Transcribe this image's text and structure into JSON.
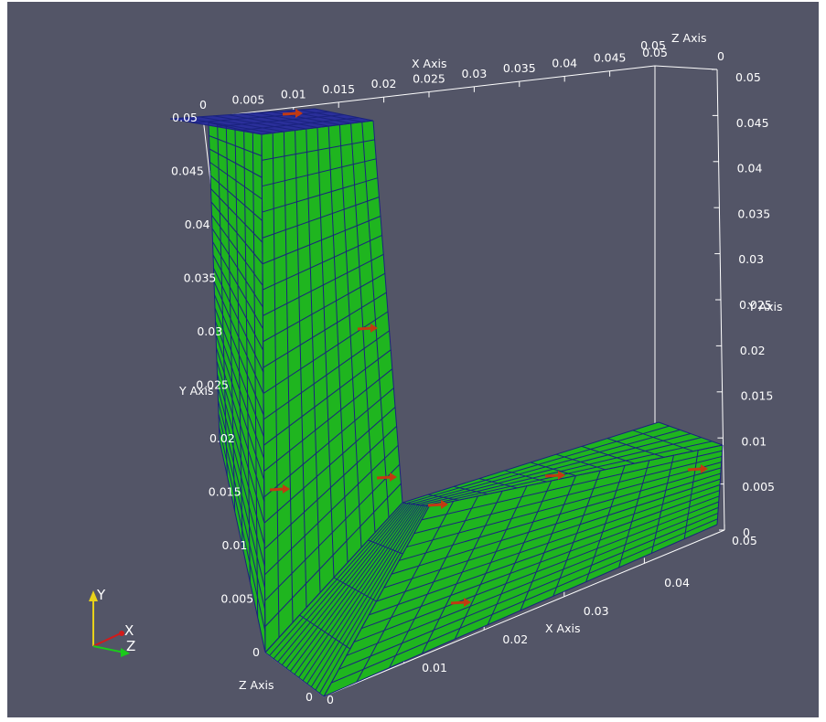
{
  "colors": {
    "background": "#535567",
    "mesh_fill": "#1fb51f",
    "mesh_fill_dark": "#189a18",
    "mesh_lines": "#1a237e",
    "axes": "#ffffff",
    "arrows": "#c23a12"
  },
  "axes": {
    "x_title_top": "X Axis",
    "x_title_bottom": "X Axis",
    "y_title_left": "Y Axis",
    "y_title_right": "Y Axis",
    "z_title_top": "Z Axis",
    "z_title_bottom": "Z Axis",
    "x_top_ticks": [
      "0",
      "0.005",
      "0.01",
      "0.015",
      "0.02",
      "0.025",
      "0.03",
      "0.035",
      "0.04",
      "0.045",
      "0.05"
    ],
    "x_bottom_ticks": [
      "0.01",
      "0.02",
      "0.03",
      "0.04"
    ],
    "y_left_ticks": [
      "0",
      "0.005",
      "0.01",
      "0.015",
      "0.02",
      "0.025",
      "0.03",
      "0.035",
      "0.04",
      "0.045",
      "0.05"
    ],
    "y_right_ticks": [
      "0",
      "0.005",
      "0.01",
      "0.015",
      "0.02",
      "0.025",
      "0.03",
      "0.035",
      "0.04",
      "0.045",
      "0.05"
    ],
    "z_top_ticks": [
      "0",
      "0.05"
    ],
    "z_bottom_ticks": [
      "0",
      "0"
    ],
    "bottom_right_label": "0.05"
  },
  "orientation_widget": {
    "y": "Y",
    "x": "X",
    "z": "Z"
  }
}
